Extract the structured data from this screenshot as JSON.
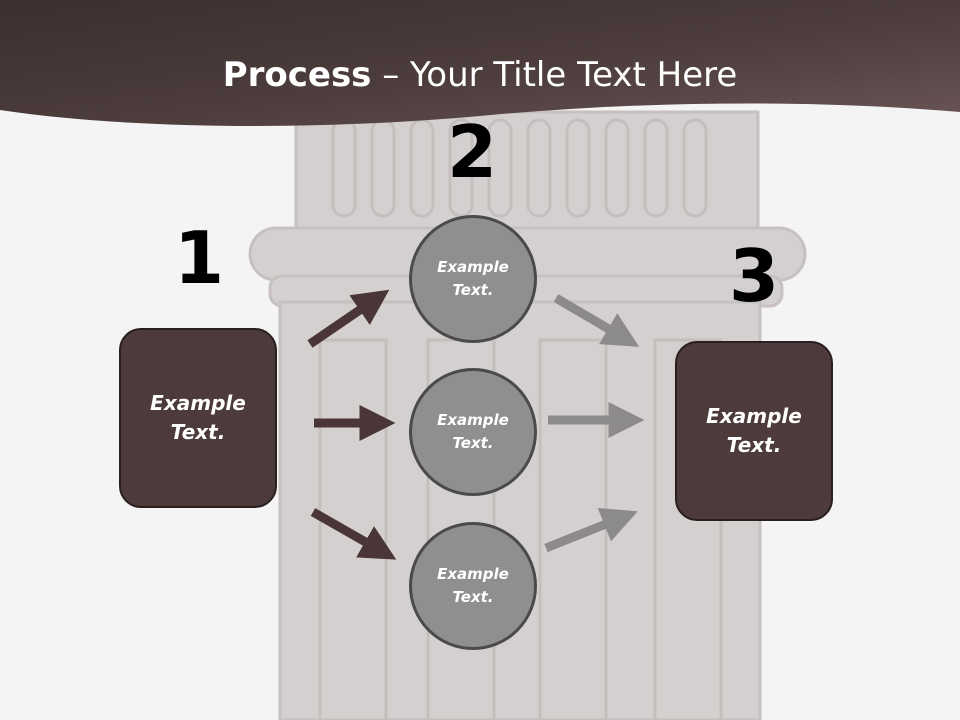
{
  "title": {
    "bold": "Process",
    "rest": " – Your Title Text Here"
  },
  "steps": [
    {
      "number": "1",
      "label": "Example Text."
    },
    {
      "number": "2",
      "labels": [
        "Example Text.",
        "Example Text.",
        "Example Text."
      ]
    },
    {
      "number": "3",
      "label": "Example Text."
    }
  ],
  "colors": {
    "header": "#4a3b3b",
    "box": "#4d3a3a",
    "circle": "#8f8f8f",
    "arrow_dark": "#4a3636",
    "arrow_light": "#8c8a8a"
  }
}
